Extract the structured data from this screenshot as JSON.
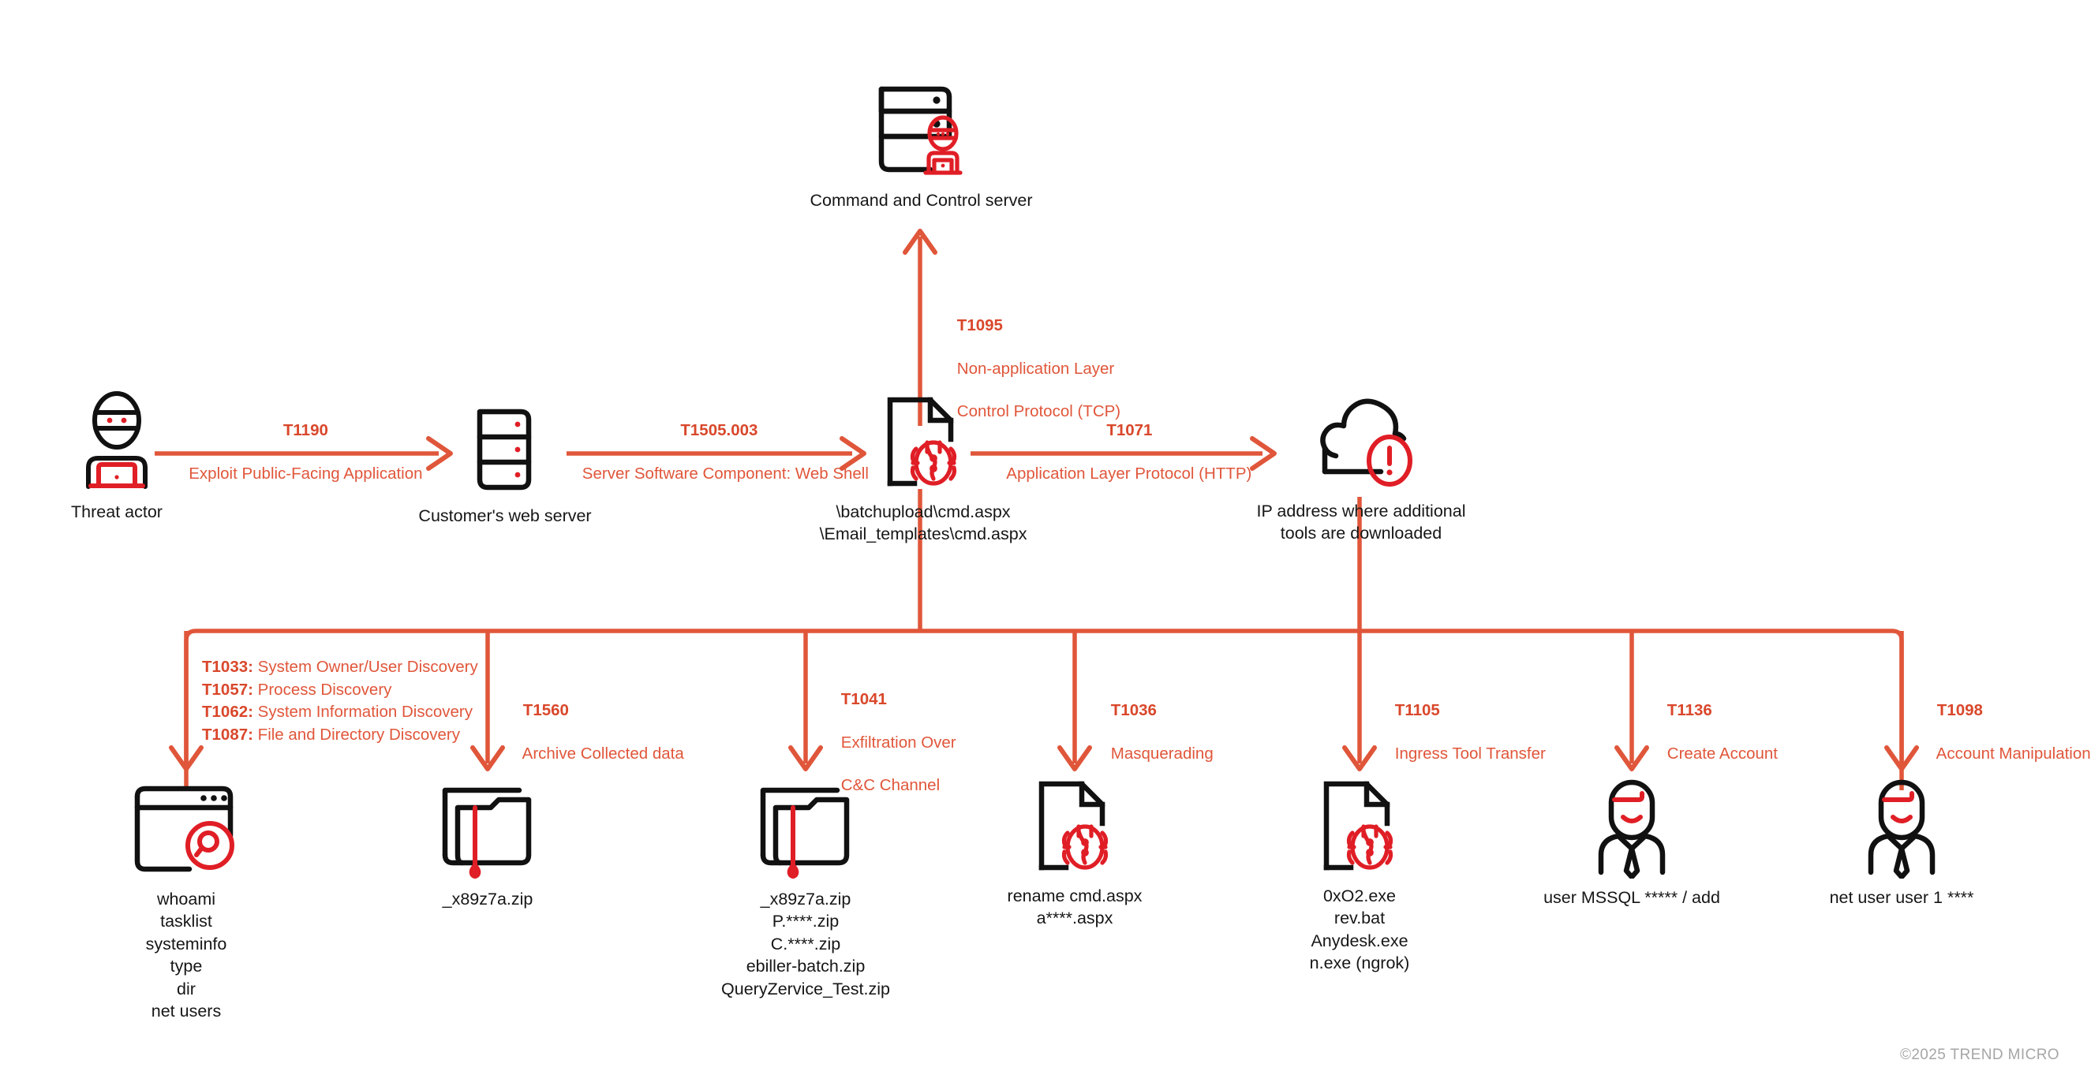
{
  "meta": {
    "copyright": "©2025 TREND MICRO",
    "accent": "#E0563A",
    "accent_bold": "#D9472B",
    "icon_red": "#E01E26",
    "icon_black": "#111111",
    "background": "#FFFFFF"
  },
  "top_row": {
    "c2": {
      "label": "Command and Control server",
      "icon": "server-with-hacker-icon"
    }
  },
  "chain": [
    {
      "id": "threat-actor",
      "label": "Threat actor",
      "icon": "masked-hacker-laptop-icon"
    },
    {
      "id": "web-server",
      "label": "Customer's web server",
      "icon": "server-rack-icon"
    },
    {
      "id": "web-shell",
      "label": "\\batchupload\\cmd.aspx\n\\Email_templates\\cmd.aspx",
      "icon": "infected-file-bug-icon"
    },
    {
      "id": "download-ip",
      "label": "IP address where additional\ntools are downloaded",
      "icon": "cloud-alert-icon"
    }
  ],
  "chain_arrows": [
    {
      "id": "t1190",
      "code": "T1190",
      "desc": "Exploit Public-Facing Application"
    },
    {
      "id": "t1505-003",
      "code": "T1505.003",
      "desc": "Server Software Component: Web Shell"
    },
    {
      "id": "t1071",
      "code": "T1071",
      "desc": "Application Layer Protocol (HTTP)"
    }
  ],
  "c2_arrow": {
    "id": "t1095",
    "code": "T1095",
    "desc_line1": "Non-application Layer",
    "desc_line2": "Control Protocol (TCP)"
  },
  "branches": [
    {
      "id": "discovery",
      "multi": true,
      "items": [
        {
          "code": "T1033:",
          "desc": "System Owner/User Discovery"
        },
        {
          "code": "T1057:",
          "desc": "Process Discovery"
        },
        {
          "code": "T1062:",
          "desc": "System Information Discovery"
        },
        {
          "code": "T1087:",
          "desc": "File and Directory Discovery"
        }
      ],
      "node": {
        "icon": "browser-window-search-icon",
        "label": "whoami\ntasklist\nsysteminfo\ntype\ndir\nnet users"
      }
    },
    {
      "id": "archive",
      "multi": false,
      "code": "T1560",
      "desc_lines": [
        "Archive Collected data"
      ],
      "node": {
        "icon": "bleeding-zip-folder-icon",
        "label": "_x89z7a.zip"
      }
    },
    {
      "id": "exfiltration",
      "multi": false,
      "code": "T1041",
      "desc_lines": [
        "Exfiltration Over",
        "C&C Channel"
      ],
      "node": {
        "icon": "bleeding-zip-folder-icon",
        "label": "_x89z7a.zip\nP.****.zip\nC.****.zip\nebiller-batch.zip\nQueryZervice_Test.zip"
      }
    },
    {
      "id": "masquerading",
      "multi": false,
      "code": "T1036",
      "desc_lines": [
        "Masquerading"
      ],
      "node": {
        "icon": "infected-file-bug-icon",
        "label": "rename cmd.aspx\na****.aspx"
      }
    },
    {
      "id": "ingress-tool-transfer",
      "multi": false,
      "code": "T1105",
      "desc_lines": [
        "Ingress Tool Transfer"
      ],
      "node": {
        "icon": "infected-file-bug-icon",
        "label": "0xO2.exe\nrev.bat\nAnydesk.exe\nn.exe (ngrok)"
      }
    },
    {
      "id": "create-account",
      "multi": false,
      "code": "T1136",
      "desc_lines": [
        "Create Account"
      ],
      "node": {
        "icon": "user-account-icon",
        "label": "user MSSQL ***** / add"
      }
    },
    {
      "id": "account-manipulation",
      "multi": false,
      "code": "T1098",
      "desc_lines": [
        "Account Manipulation"
      ],
      "node": {
        "icon": "user-account-icon",
        "label": "net user user 1 ****"
      }
    }
  ]
}
